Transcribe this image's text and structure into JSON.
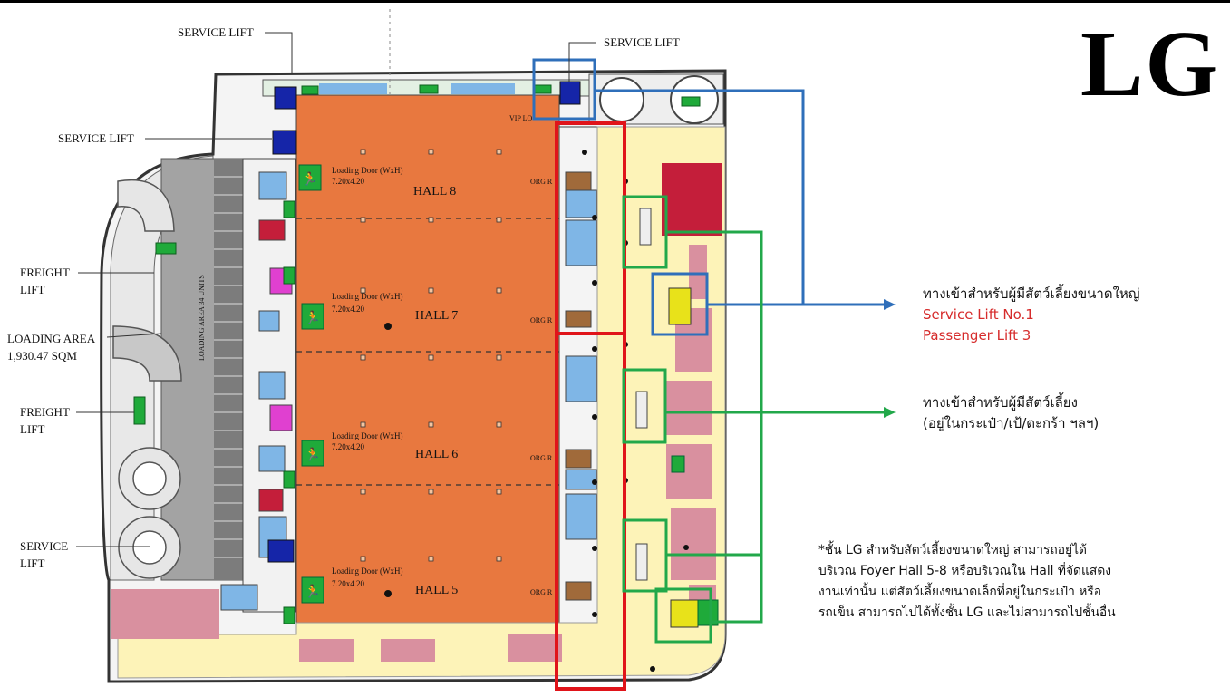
{
  "floor": {
    "title": "LG"
  },
  "labels": {
    "service_lift_top_left": "SERVICE LIFT",
    "service_lift_top_right": "SERVICE LIFT",
    "service_lift_left": "SERVICE LIFT",
    "freight_lift_1": [
      "FREIGHT",
      "LIFT"
    ],
    "loading_area": [
      "LOADING AREA",
      "1,930.47 SQM"
    ],
    "freight_lift_2": [
      "FREIGHT",
      "LIFT"
    ],
    "service_lift_bottom": [
      "SERVICE",
      "LIFT"
    ],
    "loading_units": "LOADING AREA 34 UNITS",
    "vip": "VIP LO",
    "org": "ORG R"
  },
  "halls": [
    {
      "name": "HALL 8",
      "door_label": "Loading Door (WxH)",
      "door_size": "7.20x4.20"
    },
    {
      "name": "HALL 7",
      "door_label": "Loading Door (WxH)",
      "door_size": "7.20x4.20"
    },
    {
      "name": "HALL 6",
      "door_label": "Loading Door (WxH)",
      "door_size": "7.20x4.20"
    },
    {
      "name": "HALL 5",
      "door_label": "Loading Door (WxH)",
      "door_size": "7.20x4.20"
    }
  ],
  "legend": {
    "large_pets": {
      "title": "ทางเข้าสำหรับผู้มีสัตว์เลี้ยงขนาดใหญ่",
      "items": [
        "Service Lift No.1",
        "Passenger Lift 3"
      ],
      "color": "#2f6fba"
    },
    "small_pets": {
      "title": "ทางเข้าสำหรับผู้มีสัตว์เลี้ยง",
      "subtitle": "(อยู่ในกระเป๋า/เป้/ตะกร้า ฯลฯ)",
      "color": "#22a84a"
    }
  },
  "note": [
    "*ชั้น LG สำหรับสัตว์เลี้ยงขนาดใหญ่ สามารถอยู่ได้",
    "บริเวณ Foyer Hall 5-8 หรือบริเวณใน Hall ที่จัดแสดง",
    "งานเท่านั้น แต่สัตว์เลี้ยงขนาดเล็กที่อยู่ในกระเป๋า หรือ",
    "รถเข็น สามารถไปได้ทั้งชั้น LG และไม่สามารถไปชั้นอื่น"
  ],
  "colors": {
    "hall": "#e8783f",
    "foyer": "#fdf3b8",
    "highlight_red": "#e0141a",
    "highlight_blue": "#2f6fba",
    "highlight_green": "#22a84a",
    "loading": "#9a9a9a",
    "room_blue": "#7fb6e6",
    "room_pink": "#d9909f",
    "room_crimson": "#c41e3a",
    "exit_green": "#1faa3a"
  }
}
